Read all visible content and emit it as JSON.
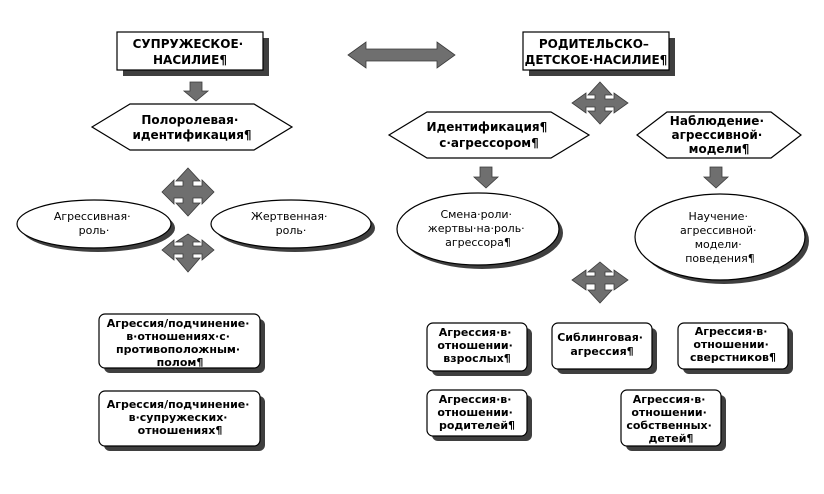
{
  "nodes": {
    "spousal_violence": [
      "СУПРУЖЕСКОЕ·",
      "НАСИЛИЕ¶"
    ],
    "parent_child_violence": [
      "РОДИТЕЛЬСКО–",
      "ДЕТСКОЕ·НАСИЛИЕ¶"
    ],
    "gender_role_identification": [
      "Полоролевая·",
      "идентификация¶"
    ],
    "identification_with_aggressor": [
      "Идентификация¶",
      "с·агрессором¶"
    ],
    "observing_aggressive_model": [
      "Наблюдение·",
      "агрессивной·",
      "модели¶"
    ],
    "aggressive_role": [
      "Агрессивная·",
      "роль·"
    ],
    "victim_role": [
      "Жертвенная·",
      "роль·"
    ],
    "role_change": [
      "Смена·роли·",
      "жертвы·на·роль·",
      "агрессора¶"
    ],
    "learning_aggressive_model": [
      "Научение·",
      "агрессивной·",
      "модели·",
      "поведения¶"
    ],
    "aggression_opposite_sex": [
      "Агрессия/подчинение·",
      "в·отношениях·с·",
      "противоположным·",
      "полом¶"
    ],
    "aggression_spousal": [
      "Агрессия/подчинение·",
      "в·супружеских·",
      "отношениях¶"
    ],
    "aggression_adults": [
      "Агрессия·в·",
      "отношении·",
      "взрослых¶"
    ],
    "sibling_aggression": [
      "Сиблинговая·",
      "агрессия¶"
    ],
    "aggression_peers": [
      "Агрессия·в·",
      "отношении·",
      "сверстников¶"
    ],
    "aggression_parents": [
      "Агрессия·в·",
      "отношении·",
      "родителей¶"
    ],
    "aggression_own_children": [
      "Агрессия·в·",
      "отношении·",
      "собственных·",
      "детей¶"
    ]
  },
  "colors": {
    "arrow_fill": "#6f6f6f",
    "shadow": "#3f3f3f",
    "box_stroke": "#000000",
    "box_fill": "#ffffff"
  }
}
